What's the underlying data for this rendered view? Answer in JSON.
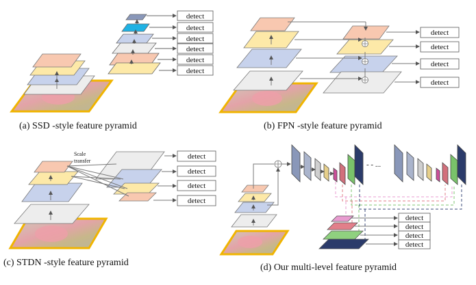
{
  "detect_label": "detect",
  "captions": {
    "a": "(a) SSD -style feature pyramid",
    "b": "(b) FPN -style feature pyramid",
    "c": "(c) STDN -style feature pyramid",
    "d": "(d) Our multi-level feature pyramid"
  },
  "scale_transfer": [
    "Scale",
    "transfer"
  ],
  "ellipsis": "- - ..."
}
